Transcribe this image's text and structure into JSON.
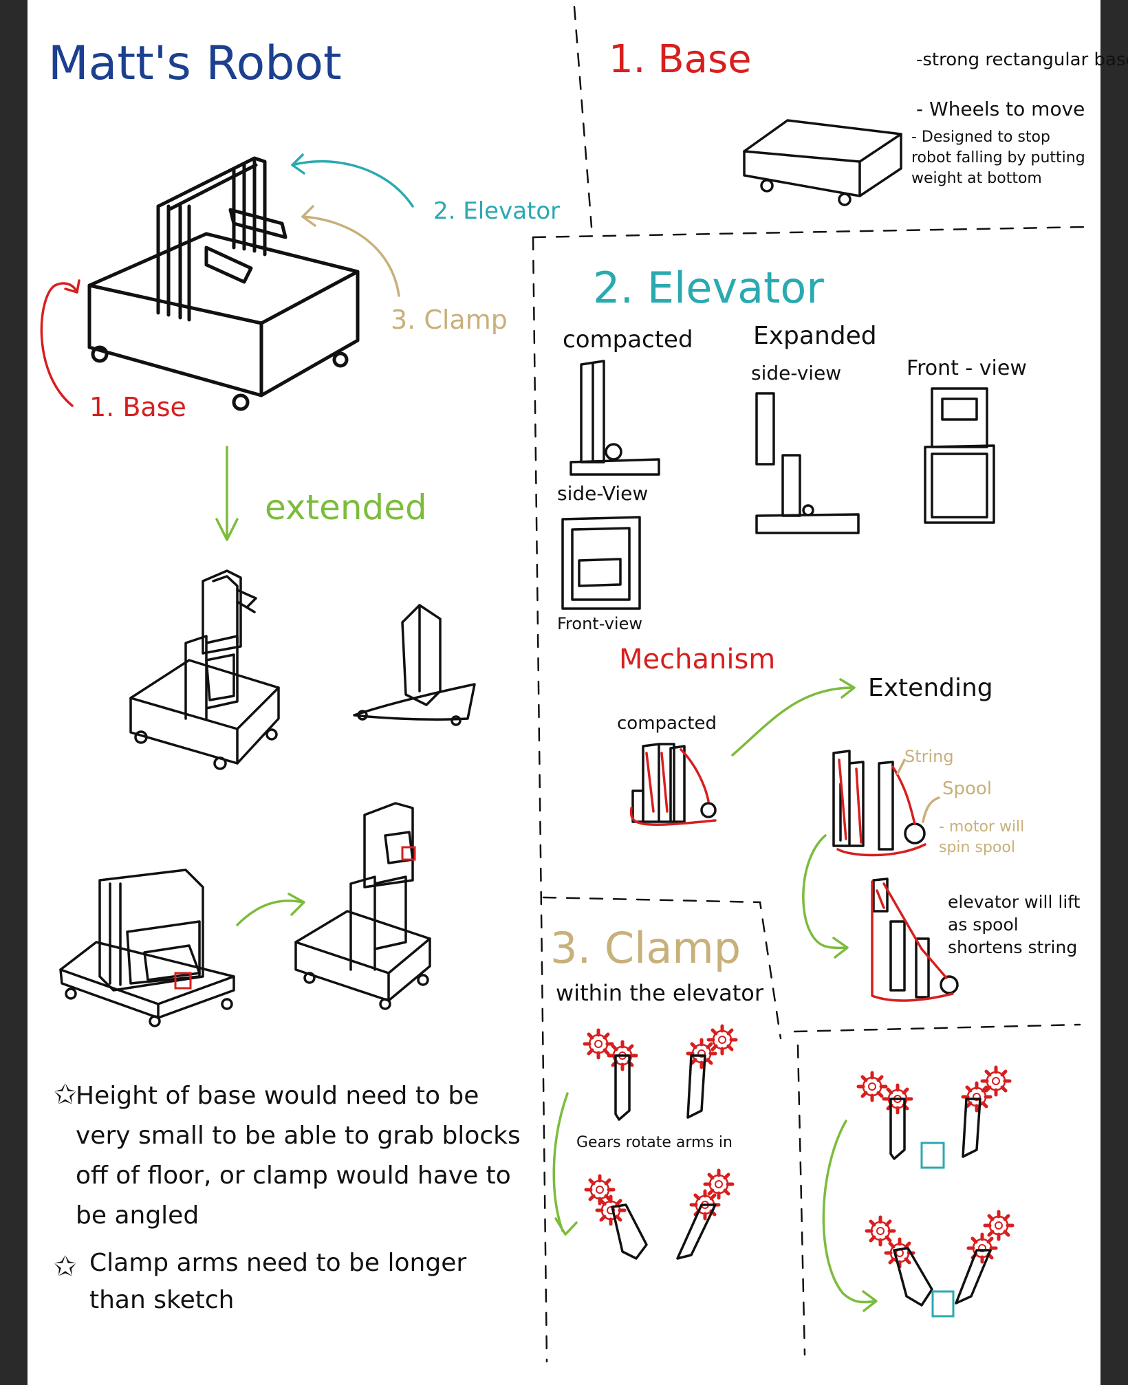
{
  "colors": {
    "blue": "#1c3f8f",
    "red": "#d81e1e",
    "teal": "#2aa9b0",
    "tan": "#c8b07a",
    "green": "#7cbc3c",
    "ink": "#111111",
    "frame": "#2a2a2a"
  },
  "overview": {
    "title": "Matt's Robot",
    "label_elevator": "2. Elevator",
    "label_clamp": "3. Clamp",
    "label_base": "1. Base",
    "label_extended": "extended"
  },
  "base_section": {
    "heading": "1. Base",
    "notes": [
      "-strong rectangular base",
      "- Wheels to move",
      "- Designed to stop robot falling by putting weight at bottom"
    ]
  },
  "elevator_section": {
    "heading": "2. Elevator",
    "compacted": "compacted",
    "expanded": "Expanded",
    "side_view": "side-view",
    "side_view_2": "side-View",
    "front_view": "Front - view",
    "front_view_2": "Front-view",
    "mechanism": "Mechanism",
    "mech_compacted": "compacted",
    "extending": "Extending",
    "string": "String",
    "spool": "Spool",
    "motor_note": "- motor will spin spool",
    "lift_note": "elevator will lift as spool shortens string"
  },
  "clamp_section": {
    "heading": "3. Clamp",
    "subheading": "within the elevator",
    "gears_note": "Gears rotate arms in"
  },
  "notes": {
    "star1": "Height of base would need to be very small to be able to grab blocks off of floor, or clamp would have to be angled",
    "star2": "Clamp arms need to be longer than sketch"
  }
}
